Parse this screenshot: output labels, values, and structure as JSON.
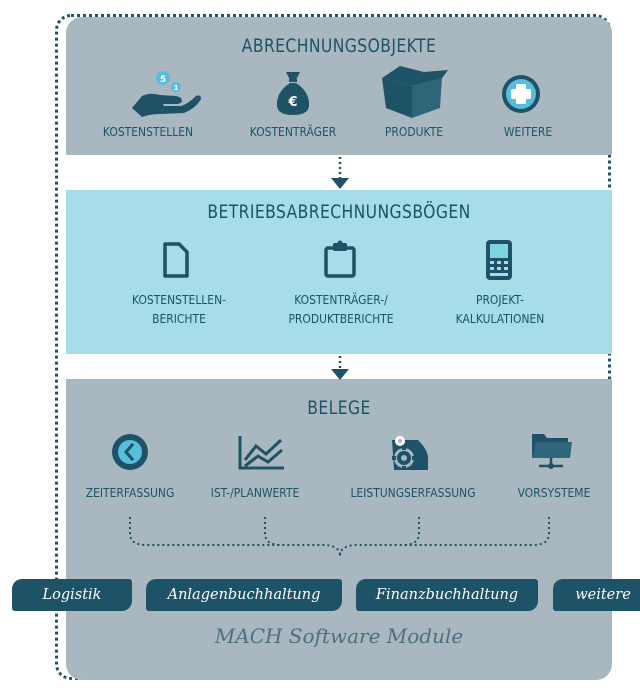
{
  "sections": {
    "abrechnungsobjekte": {
      "title": "ABRECHNUNGSOBJEKTE",
      "items": [
        {
          "label": "KOSTENSTELLEN",
          "icon": "hand-coins-icon"
        },
        {
          "label": "KOSTENTRÄGER",
          "icon": "euro-moneybag-icon"
        },
        {
          "label": "PRODUKTE",
          "icon": "box-icon"
        },
        {
          "label": "WEITERE",
          "icon": "plus-circle-icon"
        }
      ]
    },
    "bab": {
      "title": "BETRIEBSABRECHNUNGSBÖGEN",
      "items": [
        {
          "line1": "KOSTENSTELLEN-",
          "line2": "BERICHTE",
          "icon": "document-icon"
        },
        {
          "line1": "KOSTENTRÄGER-/",
          "line2": "PRODUKTBERICHTE",
          "icon": "clipboard-icon"
        },
        {
          "line1": "PROJEKT-",
          "line2": "KALKULATIONEN",
          "icon": "calculator-icon"
        }
      ]
    },
    "belege": {
      "title": "BELEGE",
      "items": [
        {
          "label": "ZEITERFASSUNG",
          "icon": "clock-icon"
        },
        {
          "label": "IST-/PLANWERTE",
          "icon": "line-chart-icon"
        },
        {
          "label": "LEISTUNGSERFASSUNG",
          "icon": "gear-document-icon"
        },
        {
          "label": "VORSYSTEME",
          "icon": "folder-network-icon"
        }
      ]
    }
  },
  "modules": {
    "items": [
      "Logistik",
      "Anlagenbuchhaltung",
      "Finanzbuchhaltung",
      "weitere"
    ],
    "caption": "MACH Software Module"
  },
  "colors": {
    "dark_teal": "#1d5267",
    "gray_panel": "#a9b8c0",
    "cyan_panel": "#a6dde8",
    "icon_white": "#ffffff",
    "coin_blue": "#56bddb"
  }
}
